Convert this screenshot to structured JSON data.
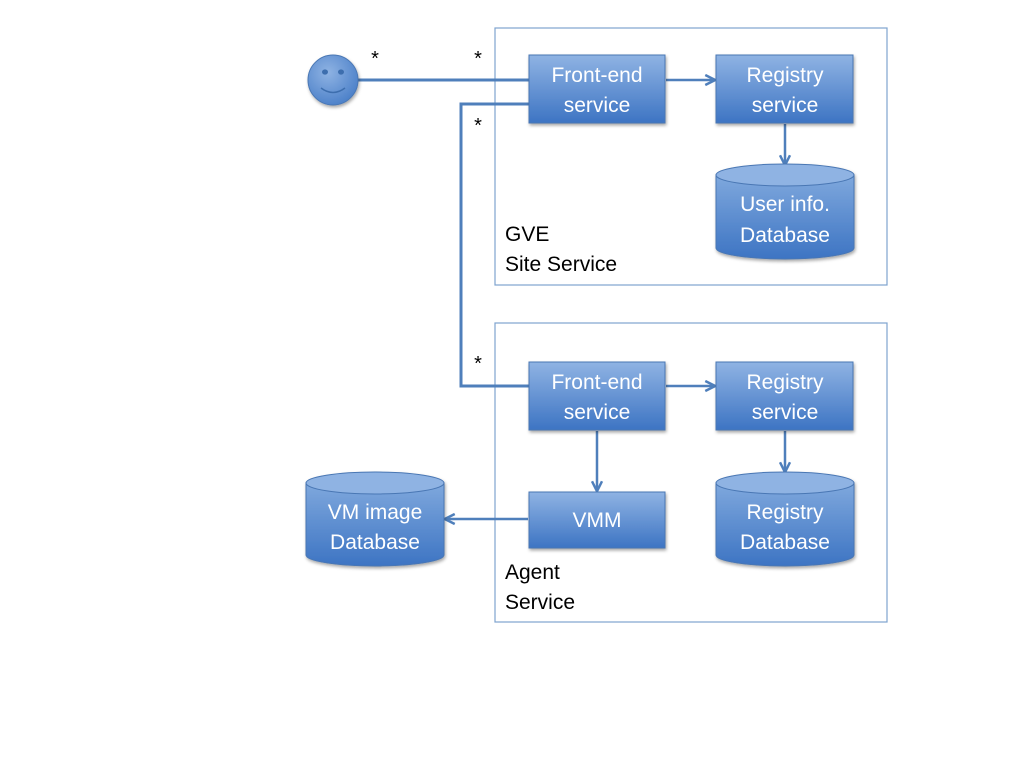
{
  "colors": {
    "box_top": "#8fb3e3",
    "box_bottom": "#3d74c3",
    "box_border": "#4a77b4",
    "connector": "#4f7fbb",
    "container_border": "#7ea3cf"
  },
  "multiplicity_label": "*",
  "site_service": {
    "label_line1": "GVE",
    "label_line2": "Site Service",
    "frontend": {
      "line1": "Front-end",
      "line2": "service"
    },
    "registry": {
      "line1": "Registry",
      "line2": "service"
    },
    "user_db": {
      "line1": "User info.",
      "line2": "Database"
    }
  },
  "agent_service": {
    "label_line1": "Agent",
    "label_line2": "Service",
    "frontend": {
      "line1": "Front-end",
      "line2": "service"
    },
    "registry": {
      "line1": "Registry",
      "line2": "service"
    },
    "registry_db": {
      "line1": "Registry",
      "line2": "Database"
    },
    "vmm": {
      "line1": "VMM"
    }
  },
  "vm_image_db": {
    "line1": "VM image",
    "line2": "Database"
  },
  "user": {
    "icon": "smiley-user-icon"
  }
}
